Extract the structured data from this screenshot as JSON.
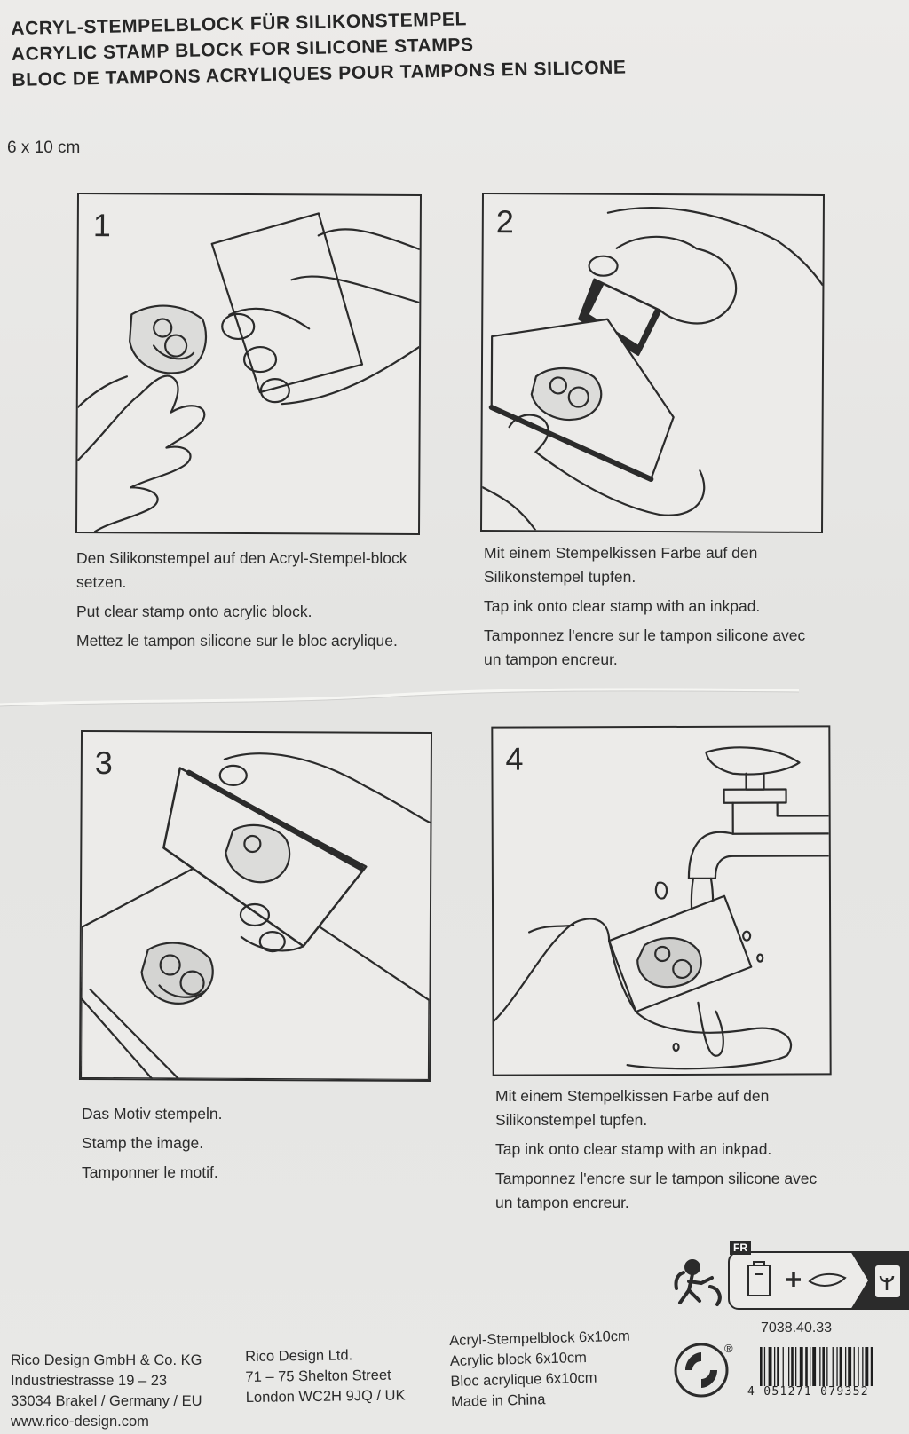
{
  "title_lines": [
    "ACRYL-STEMPELBLOCK FÜR SILIKONSTEMPEL",
    "ACRYLIC STAMP BLOCK FOR SILICONE STAMPS",
    "BLOC DE TAMPONS ACRYLIQUES POUR TAMPONS EN SILICONE"
  ],
  "size": "6 x 10 cm",
  "steps": [
    {
      "number": "1",
      "de": "Den Silikonstempel auf den Acryl-Stempel-block setzen.",
      "en": "Put clear stamp onto acrylic block.",
      "fr": "Mettez le tampon silicone sur le bloc acrylique."
    },
    {
      "number": "2",
      "de": "Mit einem Stempelkissen Farbe auf den Silikonstempel tupfen.",
      "en": "Tap ink onto clear stamp with an inkpad.",
      "fr": "Tamponnez l'encre sur le tampon silicone avec un tampon encreur."
    },
    {
      "number": "3",
      "de": "Das Motiv stempeln.",
      "en": "Stamp the image.",
      "fr": "Tamponner le motif."
    },
    {
      "number": "4",
      "de": "Mit einem Stempelkissen Farbe auf den Silikonstempel tupfen.",
      "en": "Tap ink onto clear stamp with an inkpad.",
      "fr": "Tamponnez l'encre sur le tampon silicone avec un tampon encreur."
    }
  ],
  "footer": {
    "company_de": {
      "name": "Rico Design GmbH & Co. KG",
      "street": "Industriestrasse 19 – 23",
      "city": "33034 Brakel / Germany / EU",
      "web": "www.rico-design.com"
    },
    "company_uk": {
      "name": "Rico Design Ltd.",
      "street": "71 – 75 Shelton Street",
      "city": "London WC2H 9JQ / UK"
    },
    "product": {
      "de": "Acryl-Stempelblock 6x10cm",
      "en": "Acrylic block 6x10cm",
      "fr": "Bloc acrylique 6x10cm",
      "origin": "Made in China"
    },
    "article_code": "7038.40.33",
    "barcode_digits": "4 051271 079352",
    "recycling_label": "FR",
    "registered_mark": "®"
  },
  "colors": {
    "ink": "#2b2b2b",
    "paper": "#e8e8e6"
  }
}
